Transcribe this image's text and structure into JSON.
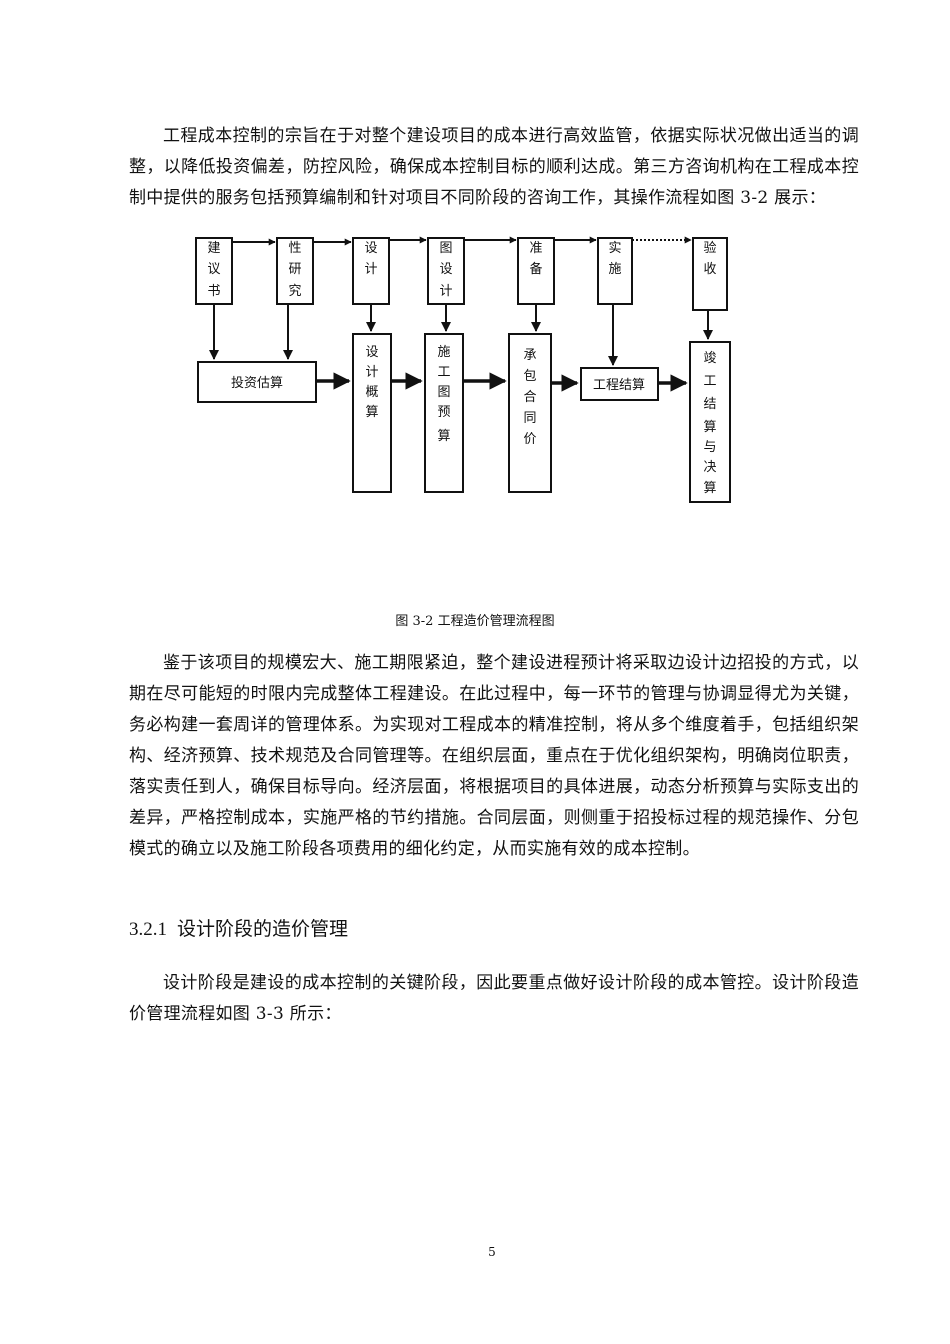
{
  "paragraphs": {
    "p1": "工程成本控制的宗旨在于对整个建设项目的成本进行高效监管，依据实际状况做出适当的调整，以降低投资偏差，防控风险，确保成本控制目标的顺利达成。第三方咨询机构在工程成本控制中提供的服务包括预算编制和针对项目不同阶段的咨询工作，其操作流程如图 3-2 展示：",
    "p2": "鉴于该项目的规模宏大、施工期限紧迫，整个建设进程预计将采取边设计边招投的方式，以期在尽可能短的时限内完成整体工程建设。在此过程中，每一环节的管理与协调显得尤为关键，务必构建一套周详的管理体系。为实现对工程成本的精准控制，将从多个维度着手，包括组织架构、经济预算、技术规范及合同管理等。在组织层面，重点在于优化组织架构，明确岗位职责，落实责任到人，确保目标导向。经济层面，将根据项目的具体进展，动态分析预算与实际支出的差异，严格控制成本，实施严格的节约措施。合同层面，则侧重于招投标过程的规范操作、分包模式的确立以及施工阶段各项费用的细化约定，从而实施有效的成本控制。",
    "p3": "设计阶段是建设的成本控制的关键阶段，因此要重点做好设计阶段的成本管控。设计阶段造价管理流程如图 3-3 所示："
  },
  "section": {
    "number": "3.2.1",
    "title": "设计阶段的造价管理"
  },
  "figure": {
    "caption": "图 3-2 工程造价管理流程图",
    "top_row": [
      {
        "id": "t1",
        "chars": [
          "建",
          "议",
          "书"
        ]
      },
      {
        "id": "t2",
        "chars": [
          "性",
          "研",
          "究"
        ]
      },
      {
        "id": "t3",
        "chars": [
          "设",
          "计"
        ]
      },
      {
        "id": "t4",
        "chars": [
          "图",
          "设",
          "计"
        ]
      },
      {
        "id": "t5",
        "chars": [
          "准",
          "备"
        ]
      },
      {
        "id": "t6",
        "chars": [
          "实",
          "施"
        ]
      },
      {
        "id": "t7",
        "chars": [
          "验",
          "收"
        ]
      }
    ],
    "bottom_row": [
      {
        "id": "b1",
        "label": "投资估算"
      },
      {
        "id": "b2",
        "chars": [
          "设",
          "计",
          "概",
          "算"
        ]
      },
      {
        "id": "b3",
        "chars": [
          "施",
          "工",
          "图",
          "预",
          "算"
        ]
      },
      {
        "id": "b4",
        "chars": [
          "承",
          "包",
          "合",
          "同",
          "价"
        ]
      },
      {
        "id": "b5",
        "label": "工程结算"
      },
      {
        "id": "b6",
        "chars": [
          "竣",
          "工",
          "结",
          "算",
          "与",
          "决",
          "算"
        ]
      }
    ]
  },
  "page_number": "5"
}
